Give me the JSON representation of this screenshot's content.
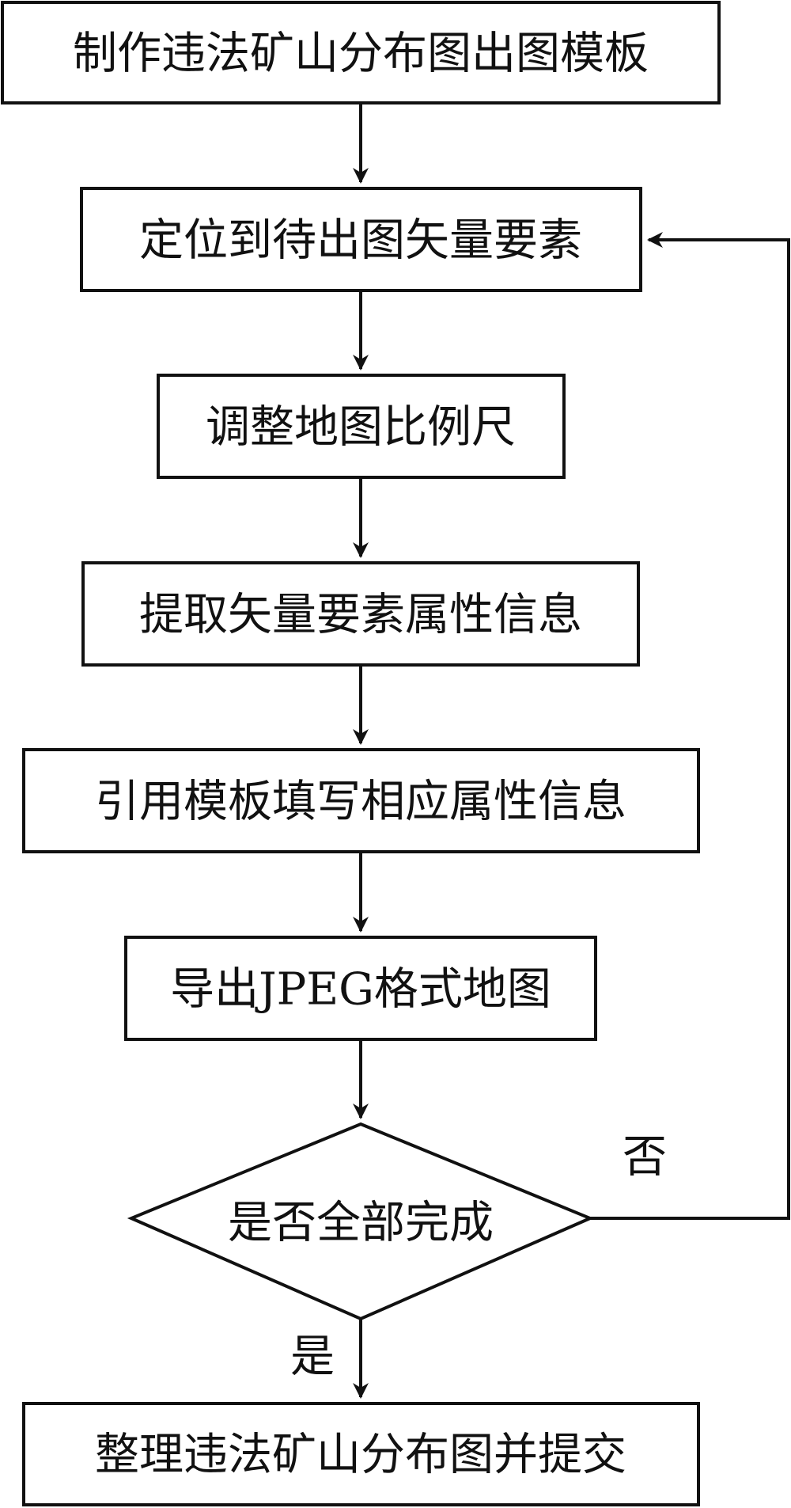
{
  "nodes": [
    {
      "id": "make-template",
      "label": "制作违法矿山分布图出图模板"
    },
    {
      "id": "locate-feature",
      "label": "定位到待出图矢量要素"
    },
    {
      "id": "adjust-scale",
      "label": "调整地图比例尺"
    },
    {
      "id": "extract-attributes",
      "label": "提取矢量要素属性信息"
    },
    {
      "id": "fill-template",
      "label": "引用模板填写相应属性信息"
    },
    {
      "id": "export-jpeg",
      "label": "导出JPEG格式地图"
    },
    {
      "id": "all-done-decision",
      "label": "是否全部完成"
    },
    {
      "id": "organize-submit",
      "label": "整理违法矿山分布图并提交"
    }
  ],
  "edges": {
    "no_label": "否",
    "yes_label": "是"
  },
  "colors": {
    "stroke": "#111111",
    "background": "#ffffff"
  }
}
